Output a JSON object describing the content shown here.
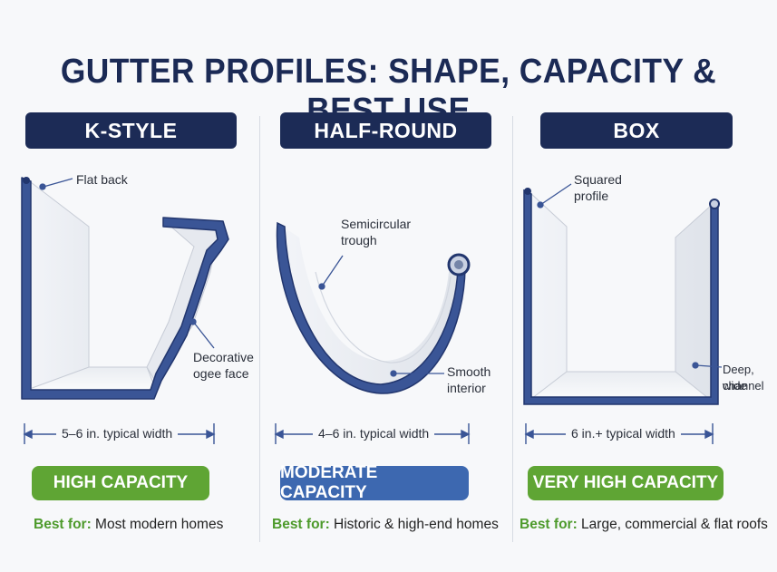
{
  "title": "GUTTER PROFILES: SHAPE, CAPACITY & BEST USE",
  "colors": {
    "navy": "#1c2b56",
    "green": "#5fa534",
    "blue": "#3d68b0",
    "outline": "#2e4a8c"
  },
  "columns": [
    {
      "name": "K-STYLE",
      "callouts": [
        "Flat back",
        "Decorative",
        "ogee face"
      ],
      "width_label": "5–6 in. typical width",
      "capacity": "HIGH CAPACITY",
      "capacity_color": "#5fa534",
      "best_for_label": "Best for:",
      "best_for_text": "Most modern homes"
    },
    {
      "name": "HALF-ROUND",
      "callouts": [
        "Semicircular",
        "trough",
        "Smooth",
        "interior"
      ],
      "width_label": "4–6 in. typical width",
      "capacity": "MODERATE CAPACITY",
      "capacity_color": "#3d68b0",
      "best_for_label": "Best for:",
      "best_for_text": "Historic & high-end homes"
    },
    {
      "name": "BOX",
      "callouts": [
        "Squared",
        "profile",
        "Deep, wide",
        "channel"
      ],
      "width_label": "6 in.+ typical width",
      "capacity": "VERY HIGH CAPACITY",
      "capacity_color": "#5fa534",
      "best_for_label": "Best for:",
      "best_for_text": "Large, commercial & flat roofs"
    }
  ]
}
